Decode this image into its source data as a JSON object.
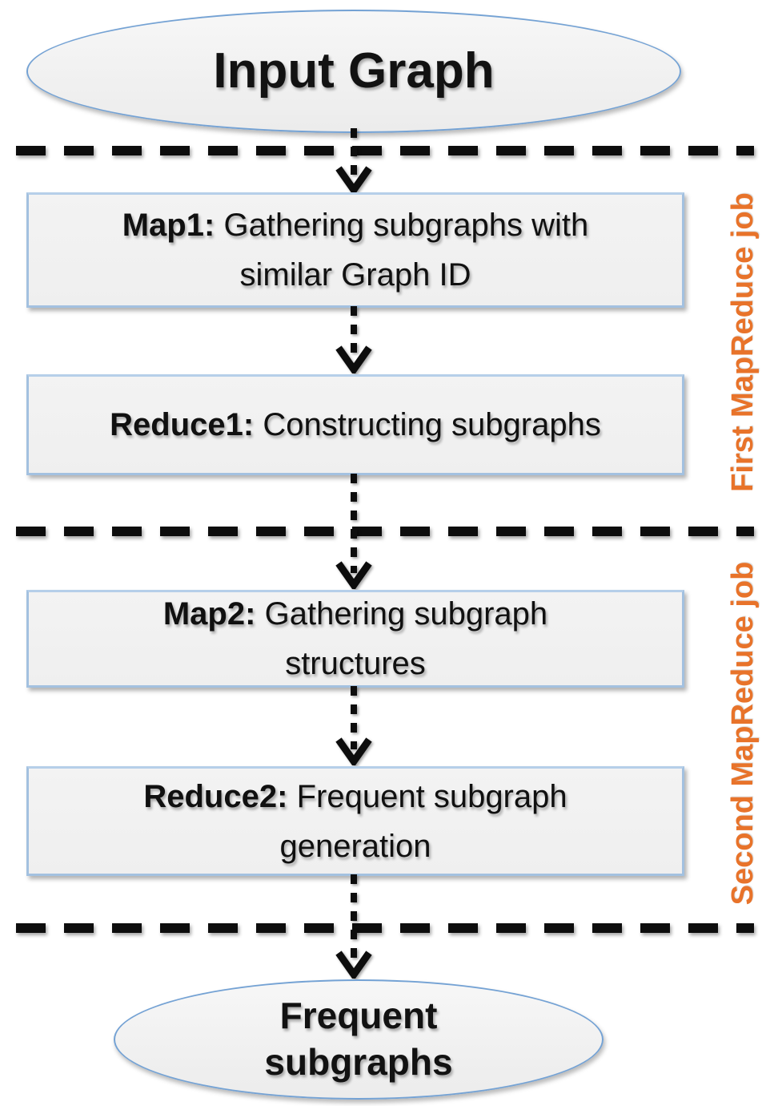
{
  "diagram": {
    "input_node": {
      "label": "Input Graph"
    },
    "process_nodes": {
      "map1": {
        "bold": "Map1:",
        "lines": [
          "Gathering subgraphs with",
          "similar Graph ID"
        ]
      },
      "reduce1": {
        "bold": "Reduce1:",
        "lines": [
          "Constructing subgraphs"
        ]
      },
      "map2": {
        "bold": "Map2:",
        "lines": [
          "Gathering subgraph",
          "structures"
        ]
      },
      "reduce2": {
        "bold": "Reduce2:",
        "lines": [
          "Frequent subgraph",
          "generation"
        ]
      }
    },
    "output_node": {
      "lines": [
        "Frequent",
        "subgraphs"
      ]
    },
    "side_labels": {
      "first_job": "First MapReduce job",
      "second_job": "Second MapReduce job"
    },
    "colors": {
      "orange_label": "#E8732A",
      "box_border": "#A3C1E0",
      "ellipse_border": "#74A2D4",
      "shape_fill": "#F0F0F0",
      "line_color": "#0D0D0D"
    }
  }
}
